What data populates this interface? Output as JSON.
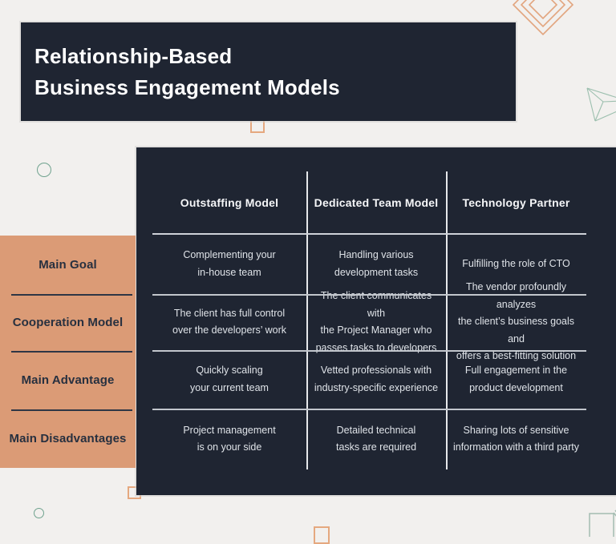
{
  "page": {
    "background": "#f2f0ee",
    "colors": {
      "panel_navy": "#1f2532",
      "sidebar_salmon": "#db9b76",
      "orange_outline": "#e5a87f",
      "teal_outline": "#6fa28e",
      "title_text": "#ffffff",
      "header_text": "#f5f6f8",
      "cell_text": "#dfe3e8",
      "label_text": "#27303f"
    }
  },
  "title": {
    "line1": "Relationship-Based",
    "line2": "Business Engagement Models"
  },
  "table": {
    "columns": [
      "Outstaffing Model",
      "Dedicated Team Model",
      "Technology Partner"
    ],
    "rows": [
      {
        "label": "Main Goal",
        "cells": [
          "Complementing your\nin-house team",
          "Handling various\ndevelopment tasks",
          "Fulfilling the role of CTO"
        ]
      },
      {
        "label": "Cooperation Model",
        "cells": [
          "The client has full control\nover the developers’ work",
          "The client communicates with\nthe Project Manager who\npasses tasks to developers",
          "The vendor profoundly analyzes\nthe client’s business goals and\noffers a best-fitting solution"
        ]
      },
      {
        "label": "Main Advantage",
        "cells": [
          "Quickly scaling\nyour current team",
          "Vetted professionals with\nindustry-specific experience",
          "Full engagement in the\nproduct development"
        ]
      },
      {
        "label": "Main Disadvantages",
        "cells": [
          "Project management\nis on your side",
          "Detailed technical\ntasks are required",
          "Sharing lots of sensitive\ninformation with a third party"
        ]
      }
    ]
  },
  "decorations": {
    "top_right": "nested-diamonds-outline",
    "right": "paper-plane-wireframe",
    "top_left": "small-circle-outline",
    "bottom_left": "small-circle-outline",
    "squares": "orange-square-outlines",
    "bottom_right": "teal-page-corner-outline"
  }
}
